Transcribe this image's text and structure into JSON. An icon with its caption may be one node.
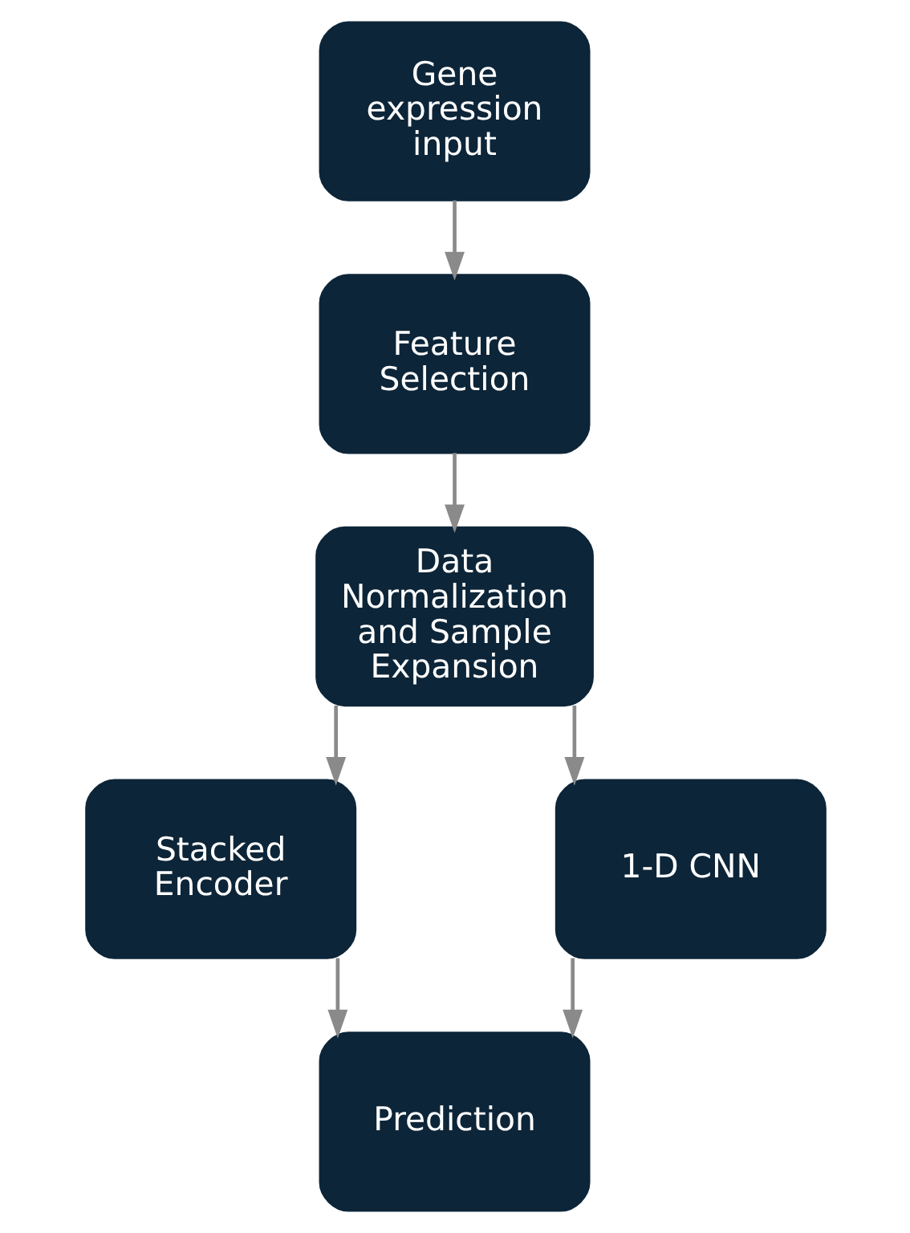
{
  "diagram": {
    "nodes": [
      {
        "text": [
          "Gene expression input"
        ]
      },
      {
        "text": [
          "Feature Selection"
        ]
      },
      {
        "text": [
          "Data Normalization and Sample Expansion"
        ]
      },
      {
        "text": [
          "Stacked Encoder"
        ]
      },
      {
        "text": [
          "1-D CNN"
        ]
      },
      {
        "text": [
          "Prediction"
        ]
      }
    ],
    "edges": [
      {
        "from": 0,
        "to": 1,
        "arrow": "to"
      },
      {
        "from": 1,
        "to": 2,
        "arrow": "to"
      },
      {
        "from": 2,
        "to": 3,
        "arrow": "to"
      },
      {
        "from": 2,
        "to": 4,
        "arrow": "to"
      },
      {
        "from": 3,
        "to": 5,
        "arrow": "to"
      },
      {
        "from": 4,
        "to": 5,
        "arrow": "to"
      }
    ]
  }
}
